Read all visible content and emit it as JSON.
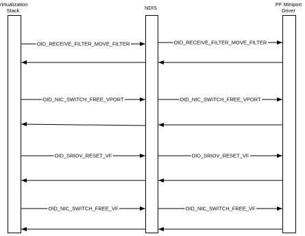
{
  "participants": [
    {
      "id": "virt",
      "lines": [
        "Virtualization",
        "Stack"
      ]
    },
    {
      "id": "ndis",
      "lines": [
        "NDIS"
      ]
    },
    {
      "id": "pf",
      "lines": [
        "PF Miniport",
        "Driver"
      ]
    }
  ],
  "messages": [
    {
      "from": "virt",
      "to": "ndis",
      "label": "OID_RECEIVE_FILTER_MOVE_FILTER"
    },
    {
      "from": "ndis",
      "to": "pf",
      "label": "OID_RECEIVE_FILTER_MOVE_FILTER"
    },
    {
      "from": "pf",
      "to": "ndis",
      "label": ""
    },
    {
      "from": "ndis",
      "to": "virt",
      "label": ""
    },
    {
      "from": "virt",
      "to": "ndis",
      "label": "OID_NIC_SWITCH_FREE_VPORT"
    },
    {
      "from": "ndis",
      "to": "pf",
      "label": "OID_NIC_SWITCH_FREE_VPORT"
    },
    {
      "from": "pf",
      "to": "ndis",
      "label": ""
    },
    {
      "from": "ndis",
      "to": "virt",
      "label": ""
    },
    {
      "from": "virt",
      "to": "ndis",
      "label": "OID_SRIOV_RESET_VF"
    },
    {
      "from": "ndis",
      "to": "pf",
      "label": "OID_SRIOV_RESET_VF"
    },
    {
      "from": "pf",
      "to": "ndis",
      "label": ""
    },
    {
      "from": "ndis",
      "to": "virt",
      "label": ""
    },
    {
      "from": "virt",
      "to": "ndis",
      "label": "OID_NIC_SWITCH_FREE_VF"
    },
    {
      "from": "ndis",
      "to": "pf",
      "label": "OID_NIC_SWITCH_FREE_VF"
    },
    {
      "from": "pf",
      "to": "ndis",
      "label": ""
    },
    {
      "from": "ndis",
      "to": "virt",
      "label": ""
    }
  ]
}
